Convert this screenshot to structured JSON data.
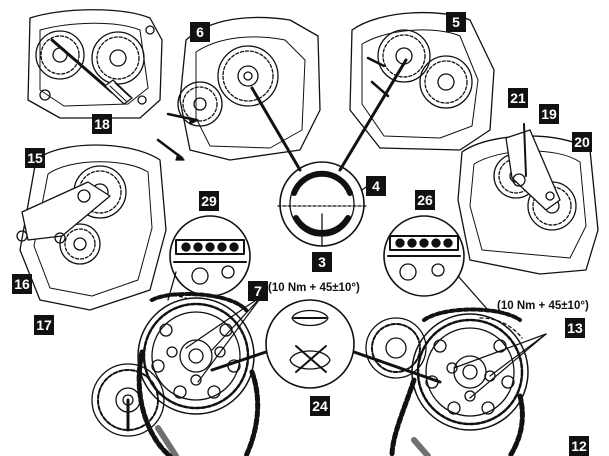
{
  "callouts": {
    "c18": "18",
    "c6": "6",
    "c5": "5",
    "c21": "21",
    "c19": "19",
    "c20": "20",
    "c15": "15",
    "c4": "4",
    "c29": "29",
    "c26": "26",
    "c3": "3",
    "c16": "16",
    "c17": "17",
    "c7": "7",
    "c13": "13",
    "c24": "24",
    "c12": "12"
  },
  "torque": {
    "left": "(10 Nm + 45±10°)",
    "right": "(10 Nm + 45±10°)"
  },
  "colors": {
    "ink": "#111111",
    "paper": "#ffffff",
    "hatch": "#555555"
  }
}
